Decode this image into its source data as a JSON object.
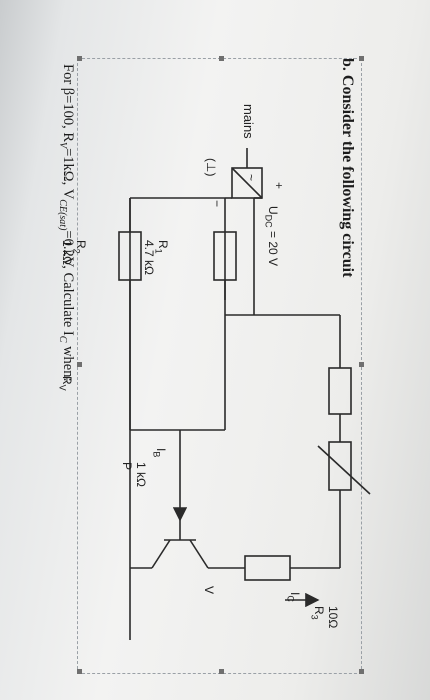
{
  "heading": "b. Consider the following circuit",
  "question": {
    "prefix": "For β=100, R",
    "rv_sub": "V",
    "mid": "=1kΩ, V",
    "vce_sub": "CE(sat)",
    "suffix": "=0.2V, Calculate I",
    "ic_sub": "C",
    "tail": " when:"
  },
  "labels": {
    "mains": "mains",
    "ac_symbol": "~",
    "plus": "+",
    "minus": "−",
    "ground_symbol": "(⊥)",
    "udc": "U",
    "udc_sub": "DC",
    "udc_value": " = 20 V",
    "rv": "R",
    "rv_sub": "V",
    "r1": "R",
    "r1_sub": "1",
    "r1_value": "4.7 kΩ",
    "r2": "R",
    "r2_sub": "2",
    "r2_value": "1 kΩ",
    "p": "P",
    "p_value": "1 kΩ",
    "ib": "I",
    "ib_sub": "B",
    "ic": "I",
    "ic_sub": "C",
    "v": "V",
    "r3": "R",
    "r3_sub": "3",
    "r3_value": "10Ω"
  },
  "colors": {
    "wire": "#2a2a2a",
    "frame": "#9aa0a6"
  }
}
